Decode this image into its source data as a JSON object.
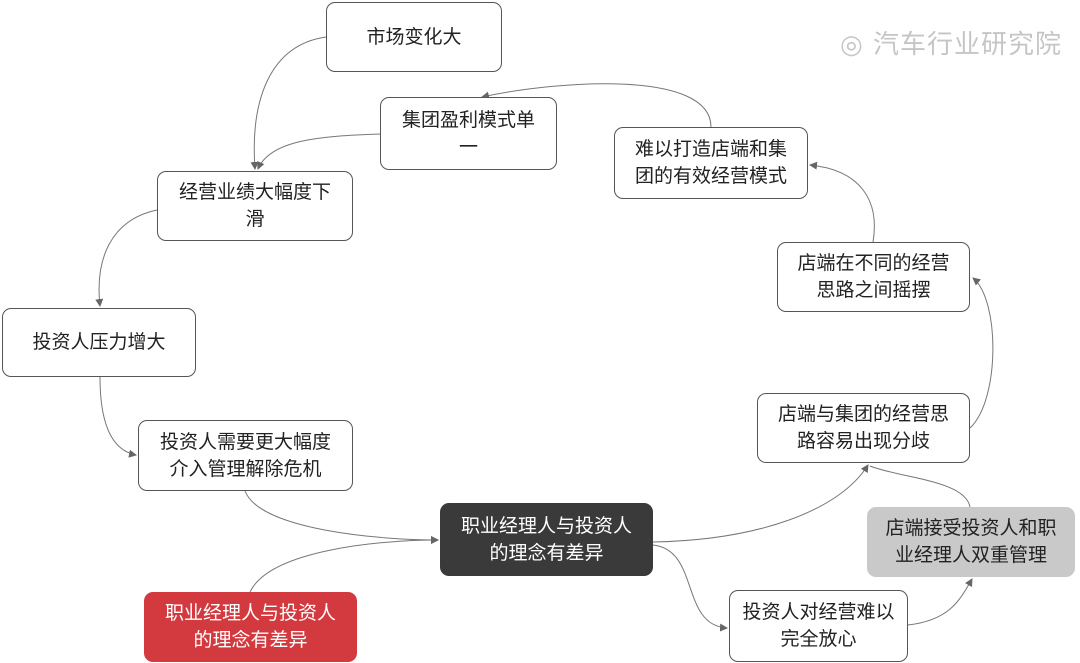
{
  "nodes": {
    "market": "市场变化大",
    "profit_model": "集团盈利模式单一",
    "performance": "经营业绩大幅度下滑",
    "pressure": "投资人压力增大",
    "intervene": "投资人需要更大幅度介入管理解除危机",
    "concept_center": "职业经理人与投资人的理念有差异",
    "concept_red": "职业经理人与投资人的理念有差异",
    "distrust": "投资人对经营难以完全放心",
    "dual": "店端接受投资人和职业经理人双重管理",
    "divergence": "店端与集团的经营思路容易出现分歧",
    "swing": "店端在不同的经营思路之间摇摆",
    "hard_model": "难以打造店端和集团的有效经营模式"
  },
  "watermark": "汽车行业研究院",
  "colors": {
    "center": "#3a3a3a",
    "red": "#d33a3f",
    "gray": "#c9c9c9"
  }
}
